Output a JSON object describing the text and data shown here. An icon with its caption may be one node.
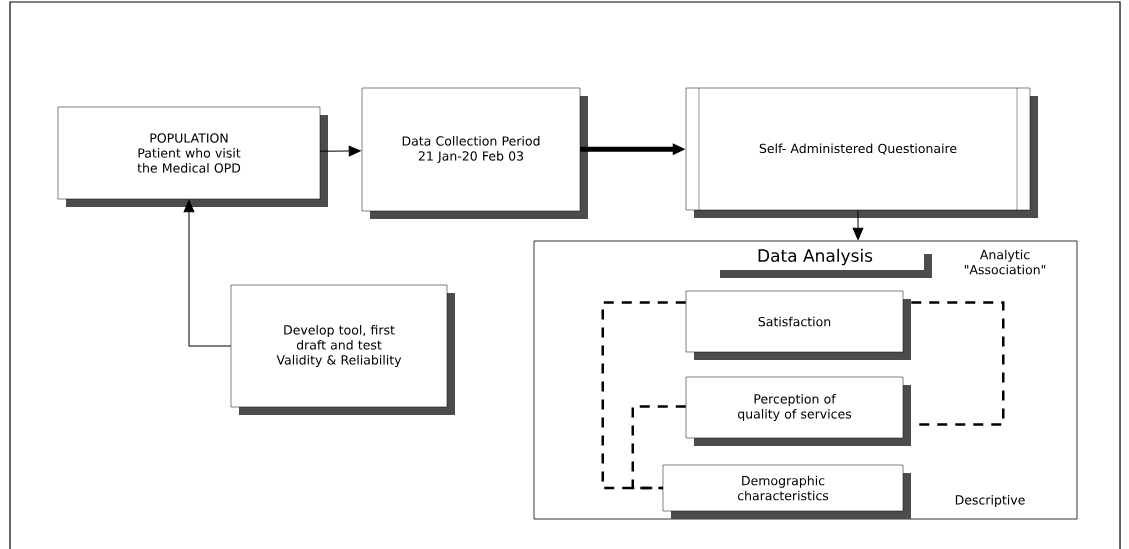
{
  "diagram": {
    "nodes": [
      {
        "text": [
          "POPULATION",
          "Patient who visit the Medical OPD"
        ]
      },
      {
        "text": [
          "Data Collection Period 21 Jan-20 Feb 03"
        ]
      },
      {
        "text": [
          "Self- Administered Questionaire"
        ]
      },
      {
        "text": [
          "Data Analysis"
        ]
      },
      {
        "text": [
          "Develop tool, first draft and test Validity & Reliability"
        ]
      },
      {
        "text": [
          "Satisfaction"
        ],
        "in": 3
      },
      {
        "text": [
          "Perception of quality of services"
        ],
        "in": 3
      },
      {
        "text": [
          "Demographic characteristics"
        ],
        "in": 3
      }
    ],
    "edges": [
      {
        "from": 0,
        "to": 1,
        "arrow": "to"
      },
      {
        "from": 1,
        "to": 2,
        "arrow": "to",
        "style": "thick"
      },
      {
        "from": 2,
        "to": 3,
        "arrow": "to"
      },
      {
        "from": 4,
        "to": 0,
        "arrow": "to"
      },
      {
        "from": 5,
        "to": 7,
        "arrow": "none",
        "style": "dashed"
      },
      {
        "from": 6,
        "to": 7,
        "arrow": "none",
        "style": "dashed"
      },
      {
        "from": 5,
        "to": 6,
        "arrow": "none",
        "style": "dashed"
      }
    ],
    "labels": [
      "Analytic \"Association\"",
      "Descriptive"
    ]
  }
}
